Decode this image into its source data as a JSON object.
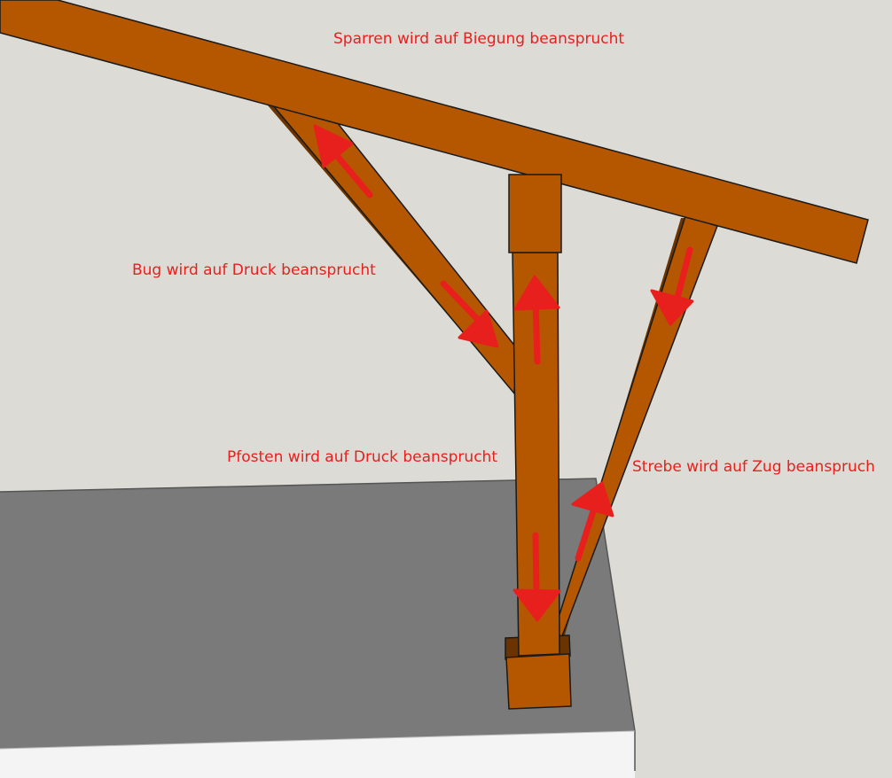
{
  "labels": {
    "sparren": "Sparren wird auf Biegung beansprucht",
    "bug": "Bug wird auf Druck beansprucht",
    "pfosten": "Pfosten wird auf Druck beansprucht",
    "strebe": "Strebe wird auf Zug beanspruch"
  },
  "colors": {
    "wall": "#dcdbd6",
    "floor_top": "#7a7a7a",
    "floor_edge": "#f4f4f4",
    "timber": "#b55700",
    "timber_dark": "#6b3300",
    "arrow": "#e8201d",
    "outline": "#1a1a1a"
  }
}
